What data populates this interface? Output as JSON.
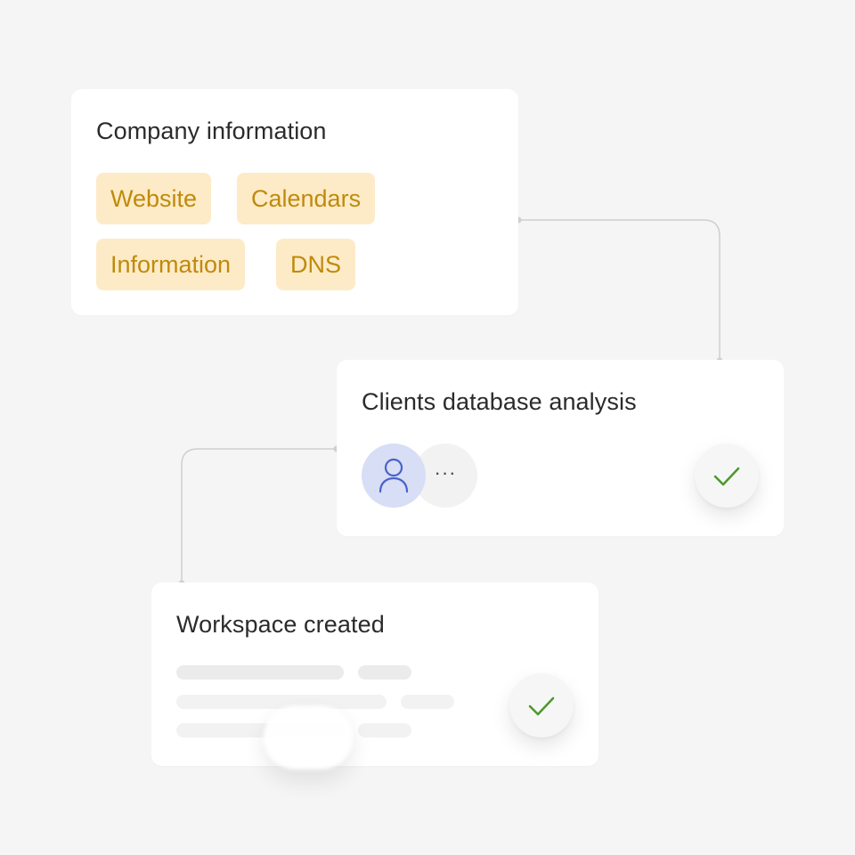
{
  "cards": {
    "company": {
      "title": "Company information",
      "tags": [
        "Website",
        "Calendars",
        "Information",
        "DNS"
      ]
    },
    "clients": {
      "title": "Clients database analysis",
      "more_label": "···",
      "user_icon": "user-icon",
      "status_icon": "check-icon"
    },
    "workspace": {
      "title": "Workspace created",
      "status_icon": "check-icon"
    }
  },
  "colors": {
    "background": "#f5f5f5",
    "card": "#ffffff",
    "tag_bg": "#fdebc8",
    "tag_text": "#c08a0a",
    "avatar_bg": "#d7def5",
    "avatar_icon": "#4a63c9",
    "check": "#4e9a2e",
    "connector": "#cfcfcf"
  }
}
